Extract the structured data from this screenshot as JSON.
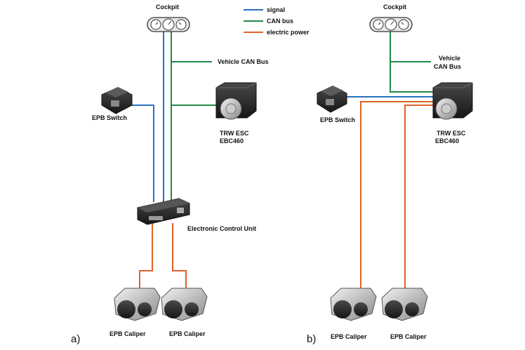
{
  "legend": {
    "signal": "signal",
    "can_bus": "CAN bus",
    "electric_power": "electric power"
  },
  "colors": {
    "signal": "#2a6fc0",
    "can_bus": "#1f8a46",
    "electric_power": "#e0622a"
  },
  "diagram_a": {
    "panel_label": "a)",
    "cockpit": "Cockpit",
    "vehicle_can_bus": "Vehicle CAN Bus",
    "epb_switch": "EPB Switch",
    "esc_line1": "TRW ESC",
    "esc_line2": "EBC460",
    "ecu": "Electronic Control Unit",
    "caliper_left": "EPB Caliper",
    "caliper_right": "EPB Caliper"
  },
  "diagram_b": {
    "panel_label": "b)",
    "cockpit": "Cockpit",
    "vehicle_can_bus_line1": "Vehicle",
    "vehicle_can_bus_line2": "CAN Bus",
    "epb_switch": "EPB Switch",
    "esc_line1": "TRW ESC",
    "esc_line2": "EBC460",
    "caliper_left": "EPB Caliper",
    "caliper_right": "EPB Caliper"
  },
  "icons": [
    "cockpit-gauge-icon",
    "epb-switch-icon",
    "esc-module-icon",
    "ecu-box-icon",
    "brake-caliper-icon"
  ]
}
